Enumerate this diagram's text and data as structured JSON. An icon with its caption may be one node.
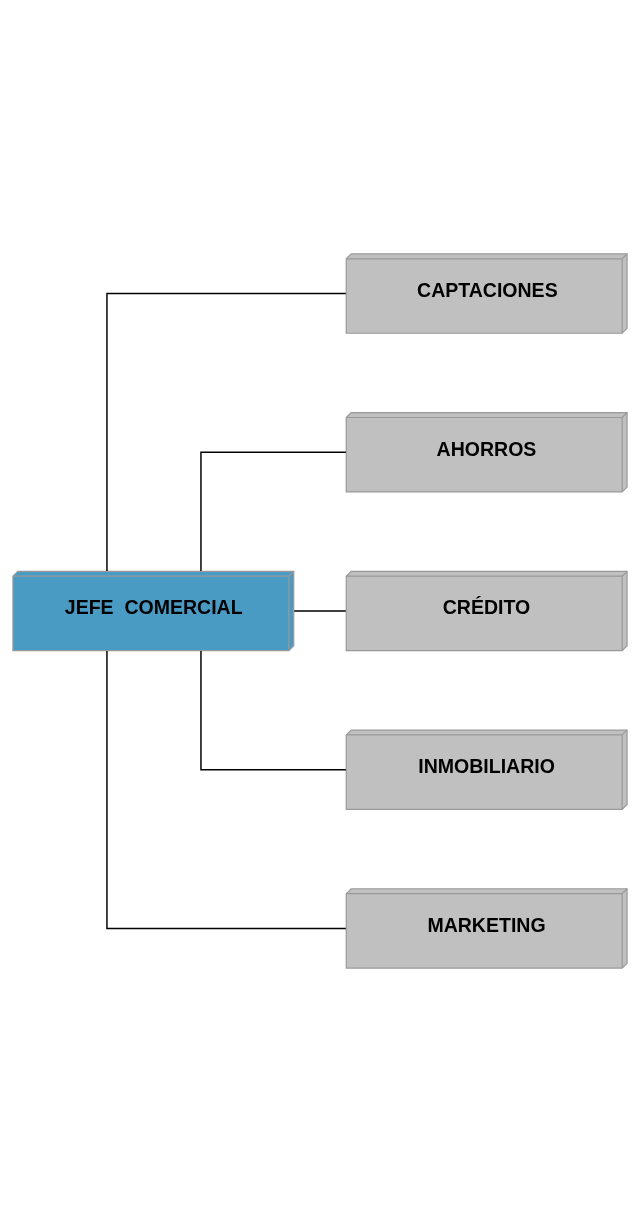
{
  "diagram": {
    "nodes": [
      {
        "text": [
          "JEFE  COMERCIAL"
        ]
      },
      {
        "text": [
          "CAPTACIONES"
        ]
      },
      {
        "text": [
          "AHORROS"
        ]
      },
      {
        "text": [
          "CRÉDITO"
        ]
      },
      {
        "text": [
          "INMOBILIARIO"
        ]
      },
      {
        "text": [
          "MARKETING"
        ]
      }
    ],
    "edges": [
      {
        "from": 0,
        "to": 1,
        "arrow": "none"
      },
      {
        "from": 0,
        "to": 2,
        "arrow": "none"
      },
      {
        "from": 0,
        "to": 3,
        "arrow": "none"
      },
      {
        "from": 0,
        "to": 4,
        "arrow": "none"
      },
      {
        "from": 0,
        "to": 5,
        "arrow": "none"
      }
    ]
  }
}
